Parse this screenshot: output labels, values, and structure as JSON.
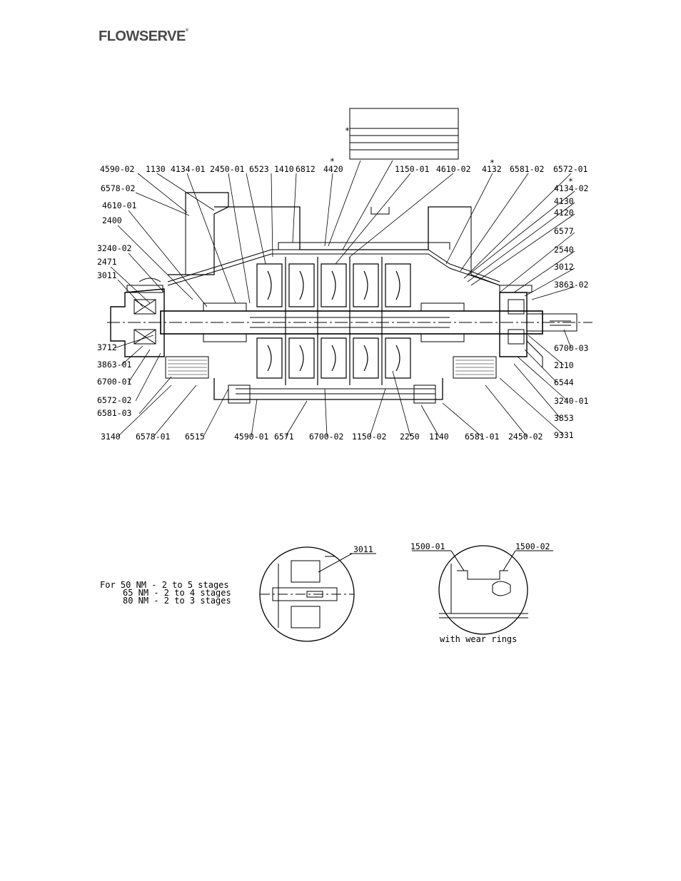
{
  "header": {
    "logo_text": "FLOWSERVE",
    "logo_mark": "®"
  },
  "main_drawing": {
    "labels_top": [
      "4590-02",
      "1130",
      "4134-01",
      "2450-01",
      "6523",
      "1410",
      "6812",
      "4420",
      "1150-01",
      "4610-02",
      "4132",
      "6581-02",
      "6572-01"
    ],
    "labels_left": [
      "6578-02",
      "4610-01",
      "2400",
      "3240-02",
      "2471",
      "3011",
      "3712",
      "3863-01",
      "6700-01",
      "6572-02",
      "6581-03"
    ],
    "labels_right": [
      "4134-02",
      "4130",
      "4120",
      "6577",
      "2540",
      "3012",
      "3863-02",
      "6700-03",
      "2110",
      "6544",
      "3240-01",
      "3853",
      "9331"
    ],
    "labels_bottom": [
      "3140",
      "6578-01",
      "6515",
      "4590-01",
      "6571",
      "6700-02",
      "1150-02",
      "2250",
      "1140",
      "6581-01",
      "2450-02"
    ],
    "star_mark": "*"
  },
  "detail_left": {
    "label": "3011",
    "notes": [
      "For 50 NM - 2 to 5 stages",
      "65 NM - 2 to 4 stages",
      "80 NM - 2 to 3 stages"
    ]
  },
  "detail_right": {
    "labels": [
      "1500-01",
      "1500-02"
    ],
    "caption": "with wear rings"
  }
}
